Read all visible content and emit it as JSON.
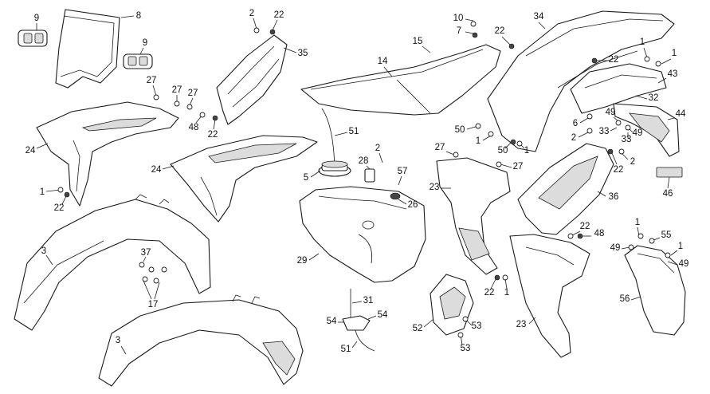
{
  "callouts": [
    "1",
    "2",
    "3",
    "5",
    "6",
    "7",
    "8",
    "9",
    "10",
    "14",
    "15",
    "17",
    "22",
    "23",
    "24",
    "26",
    "27",
    "28",
    "29",
    "31",
    "32",
    "33",
    "34",
    "35",
    "36",
    "37",
    "43",
    "44",
    "46",
    "48",
    "49",
    "50",
    "51",
    "52",
    "53",
    "54",
    "55",
    "56",
    "57"
  ]
}
